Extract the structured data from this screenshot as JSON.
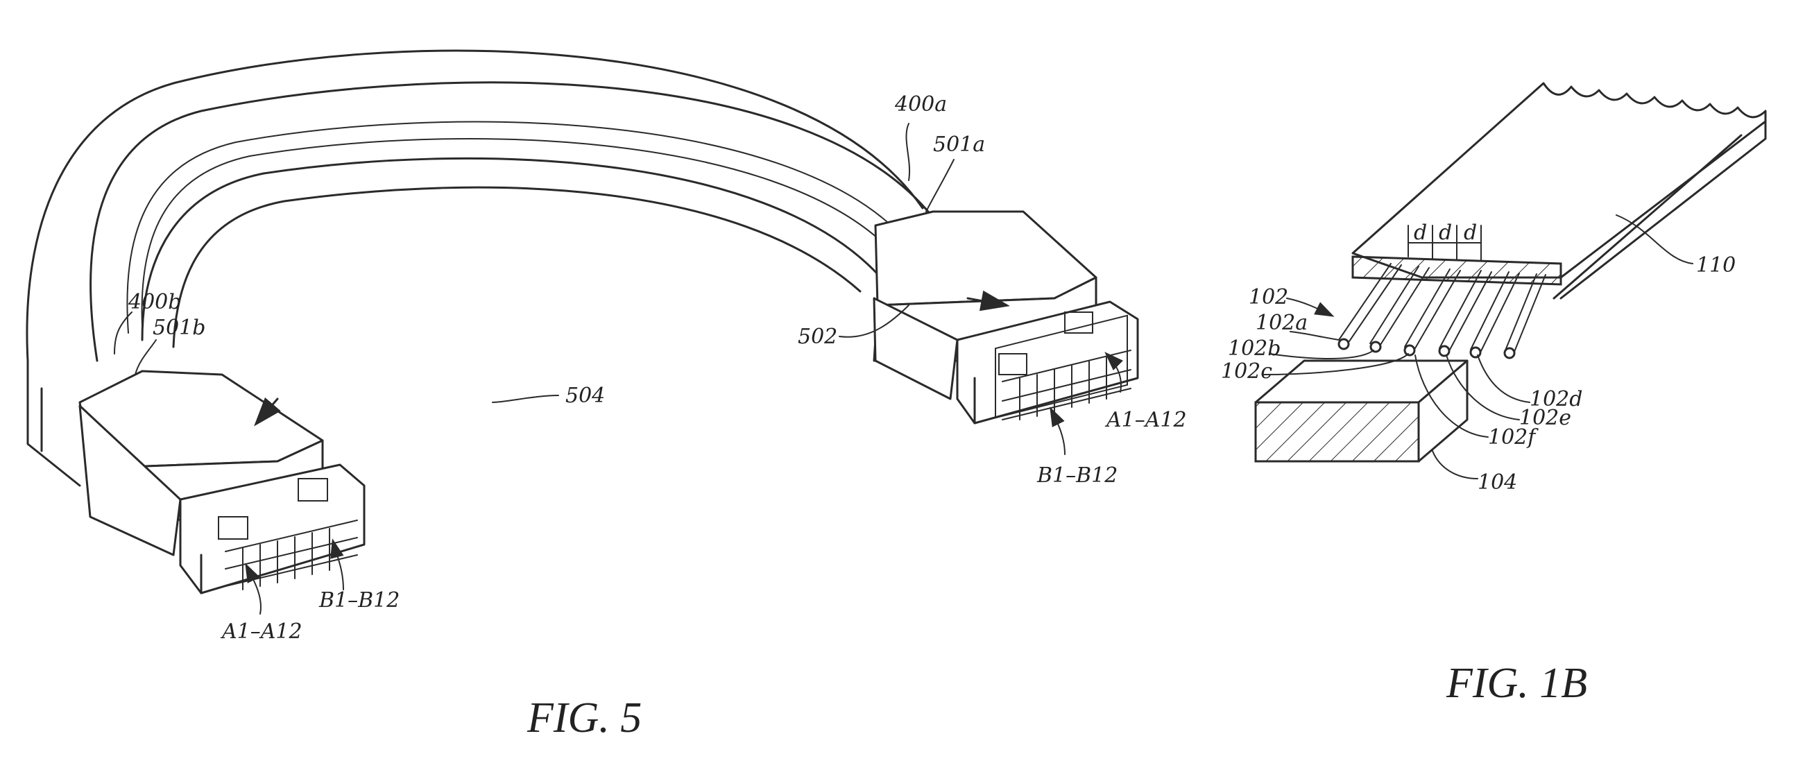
{
  "figures": {
    "fig5": {
      "caption": "FIG. 5"
    },
    "fig1b": {
      "caption": "FIG. 1B"
    }
  },
  "labels": {
    "l400a": "400a",
    "l501a": "501a",
    "l400b": "400b",
    "l501b": "501b",
    "l502": "502",
    "l504": "504",
    "a_right": "A1–A12",
    "b_right": "B1–B12",
    "a_left": "A1–A12",
    "b_left": "B1–B12",
    "l110": "110",
    "l102": "102",
    "l102a": "102a",
    "l102b": "102b",
    "l102c": "102c",
    "l102d": "102d",
    "l102e": "102e",
    "l102f": "102f",
    "l104": "104",
    "d1": "d",
    "d2": "d",
    "d3": "d"
  }
}
